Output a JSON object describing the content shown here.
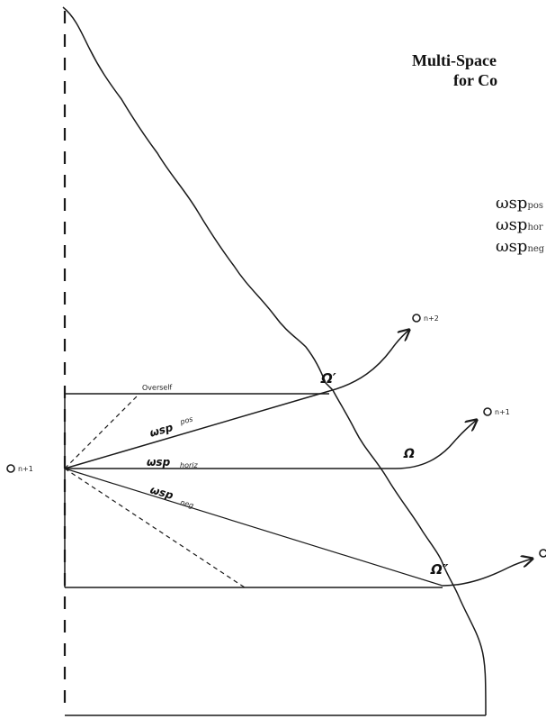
{
  "title": {
    "line1": "Multi-Space",
    "line2": "for Co"
  },
  "legend": [
    {
      "base": "ωsp",
      "sub": "pos"
    },
    {
      "base": "ωsp",
      "sub": "hor"
    },
    {
      "base": "ωsp",
      "sub": "neg"
    }
  ],
  "diagram": {
    "overself": "Overself",
    "omega_prime": "Ω′",
    "omega": "Ω",
    "omega_double_prime": "Ω″",
    "wsp_pos_base": "ωsp",
    "wsp_pos_sub": "pos",
    "wsp_horiz_base": "ωsp",
    "wsp_horiz_sub": "horiz",
    "wsp_neg_base": "ωsp",
    "wsp_neg_sub": "neg",
    "node_left": "n+1",
    "node_top": "n+2",
    "node_mid": "n+1",
    "node_bottom": ""
  }
}
